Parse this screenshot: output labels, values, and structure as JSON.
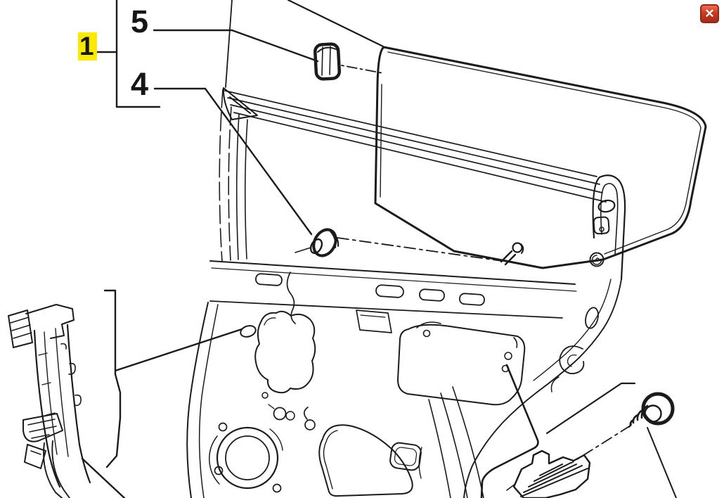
{
  "diagram": {
    "type": "exploded-parts-line-drawing",
    "subject": "rear door window glass and frame assembly",
    "background_color": "#ffffff",
    "line_color": "#1b1b1b",
    "highlight_color": "#fbe900",
    "callouts": [
      {
        "label": "1",
        "highlighted": true
      },
      {
        "label": "5",
        "highlighted": false
      },
      {
        "label": "4",
        "highlighted": false
      }
    ]
  },
  "window_chrome": {
    "close_button": {
      "glyph": "✕",
      "background": "#cd3a24",
      "border_color": "#8f2818",
      "glyph_color": "#ffffff"
    }
  }
}
